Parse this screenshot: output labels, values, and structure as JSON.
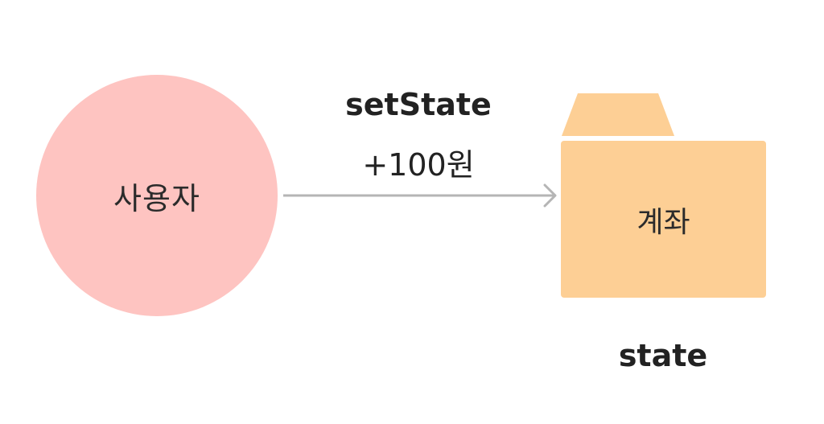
{
  "diagram": {
    "user": {
      "label": "사용자",
      "fill": "#fec4c1"
    },
    "action": {
      "name": "setState",
      "amount": "+100원",
      "arrow_color": "#b5b5b5"
    },
    "account": {
      "label": "계좌",
      "fill": "#fdcf95",
      "icon": "folder-icon"
    },
    "state_caption": "state"
  }
}
